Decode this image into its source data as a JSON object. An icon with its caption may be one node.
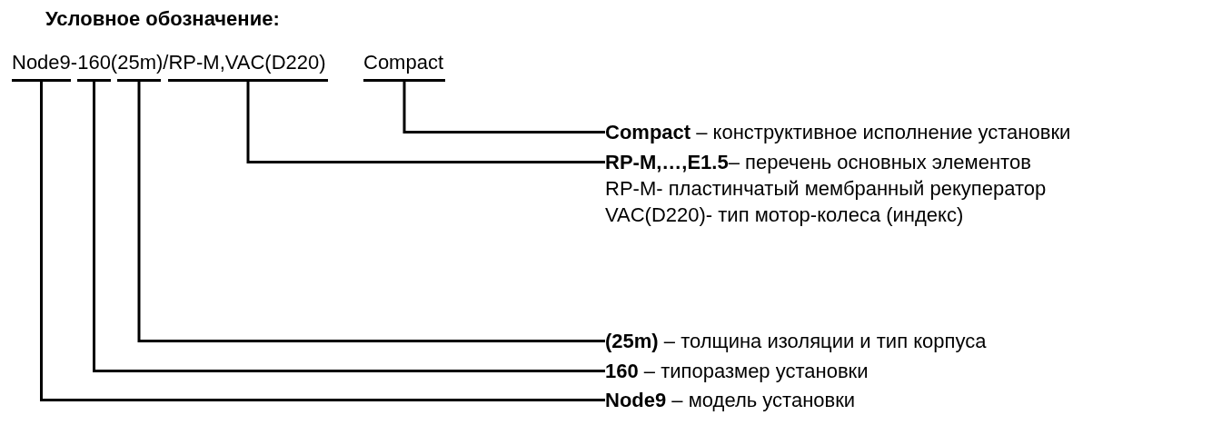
{
  "diagram": {
    "title": "Условное обозначение:",
    "nodes": [
      {
        "text": [],
        "shape": "bar"
      },
      {
        "text": [],
        "shape": "bar"
      },
      {
        "text": [],
        "shape": "bar"
      },
      {
        "text": [],
        "shape": "bar"
      },
      {
        "text": [],
        "shape": "bar"
      },
      {
        "text": [
          "**Compact** – конструктивное исполнение установки"
        ]
      },
      {
        "text": [
          "**RP-M,…,E1.5**– перечень основных элементов",
          "RP-M- пластинчатый мембранный рекуператор",
          "VAC(D220)- тип мотор-колеса (индекс)"
        ]
      },
      {
        "text": [
          "**(25m)** – толщина изоляции и тип корпуса"
        ]
      },
      {
        "text": [
          "**160** – типоразмер установки"
        ]
      },
      {
        "text": [
          "**Node9** – модель установки"
        ]
      }
    ],
    "edges": [
      {
        "from": 4,
        "to": 5,
        "arrow": "none"
      },
      {
        "from": 3,
        "to": 6,
        "arrow": "none"
      },
      {
        "from": 2,
        "to": 7,
        "arrow": "none"
      },
      {
        "from": 1,
        "to": 8,
        "arrow": "none"
      },
      {
        "from": 0,
        "to": 9,
        "arrow": "none"
      }
    ],
    "labels": [
      "Node9-160(25m)/RP-M,VAC(D220)",
      "Compact"
    ]
  }
}
